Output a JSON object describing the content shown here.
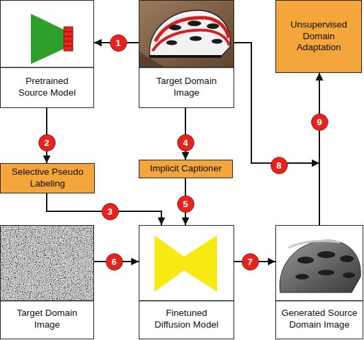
{
  "diagram": {
    "nodes": [
      {
        "text": [
          "Pretrained Source Model"
        ]
      },
      {
        "text": [
          "Target Domain Image"
        ]
      },
      {
        "text": [
          "Unsupervised Domain Adaptation"
        ]
      },
      {
        "text": [
          "Selective Pseudo Labeling"
        ]
      },
      {
        "text": [
          "Implicit Captioner"
        ]
      },
      {
        "text": [
          "Target Domain Image"
        ]
      },
      {
        "text": [
          "Finetuned Diffusion Model"
        ]
      },
      {
        "text": [
          "Generated Source Domain Image"
        ]
      }
    ],
    "edges": [
      {
        "from": 1,
        "to": 0,
        "arrow": "to"
      },
      {
        "from": 0,
        "to": 3,
        "arrow": "to"
      },
      {
        "from": 3,
        "to": 6,
        "arrow": "to"
      },
      {
        "from": 1,
        "to": 4,
        "arrow": "to"
      },
      {
        "from": 4,
        "to": 6,
        "arrow": "to"
      },
      {
        "from": 5,
        "to": 6,
        "arrow": "to"
      },
      {
        "from": 6,
        "to": 7,
        "arrow": "to"
      },
      {
        "from": 1,
        "to": 2,
        "arrow": "to"
      },
      {
        "from": 7,
        "to": 2,
        "arrow": "to"
      }
    ],
    "labels": [
      "1",
      "2",
      "3",
      "4",
      "5",
      "6",
      "7",
      "8",
      "9"
    ]
  }
}
